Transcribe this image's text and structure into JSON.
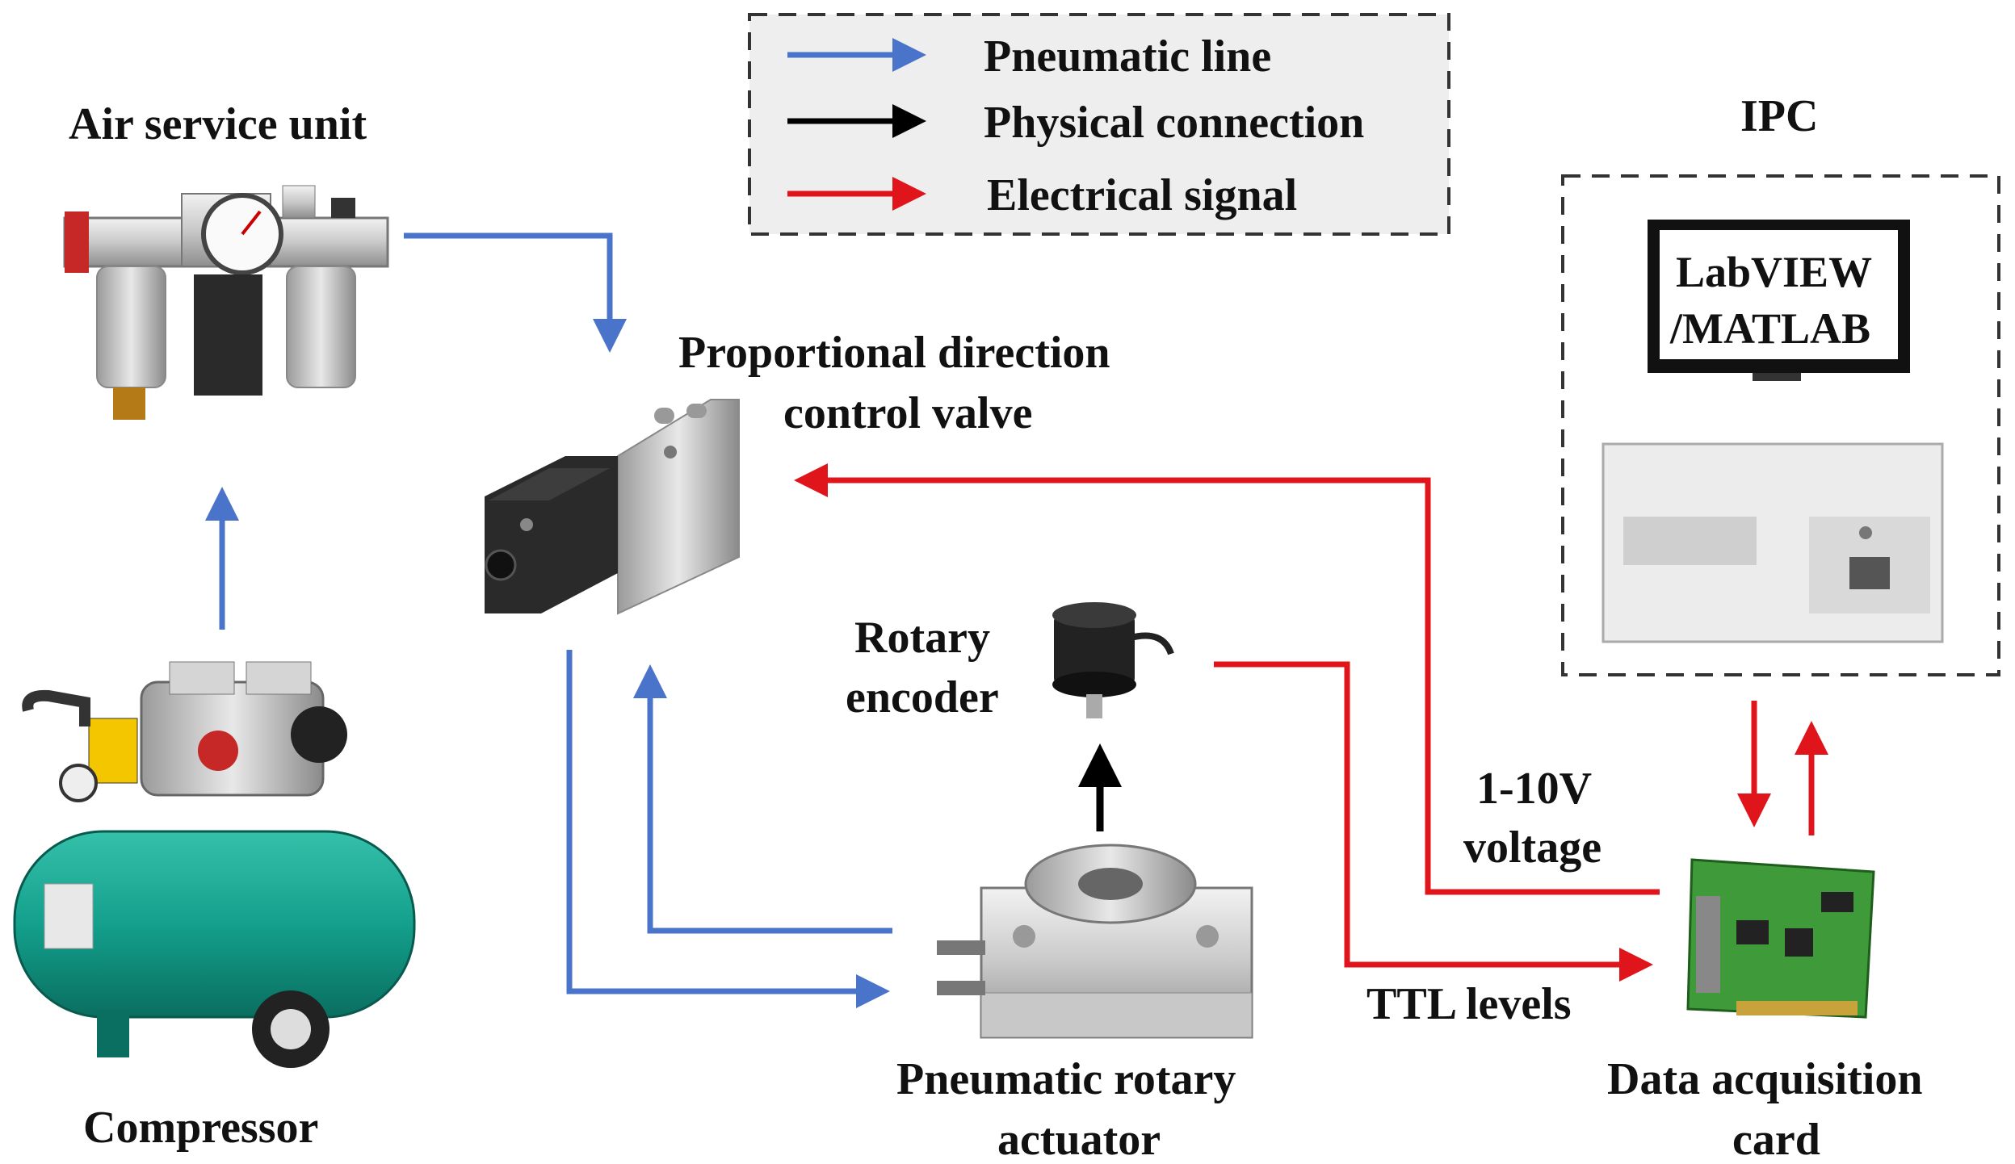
{
  "legend": {
    "items": [
      {
        "label": "Pneumatic line",
        "color": "#4a74c9"
      },
      {
        "label": "Physical connection",
        "color": "#000000"
      },
      {
        "label": "Electrical signal",
        "color": "#e0141b"
      }
    ]
  },
  "labels": {
    "air_service_unit": "Air service unit",
    "compressor": "Compressor",
    "valve_line1": "Proportional direction",
    "valve_line2": "control valve",
    "encoder_line1": "Rotary",
    "encoder_line2": "encoder",
    "actuator_line1": "Pneumatic rotary",
    "actuator_line2": "actuator",
    "daq_line1": "Data acquisition",
    "daq_line2": "card",
    "ipc": "IPC",
    "screen_line1": "LabVIEW",
    "screen_line2": "/MATLAB",
    "voltage_line1": "1-10V",
    "voltage_line2": "voltage",
    "ttl": "TTL levels"
  },
  "colors": {
    "pneumatic": "#4a74c9",
    "physical": "#000000",
    "electrical": "#e0141b",
    "tank": "#13a08c"
  }
}
